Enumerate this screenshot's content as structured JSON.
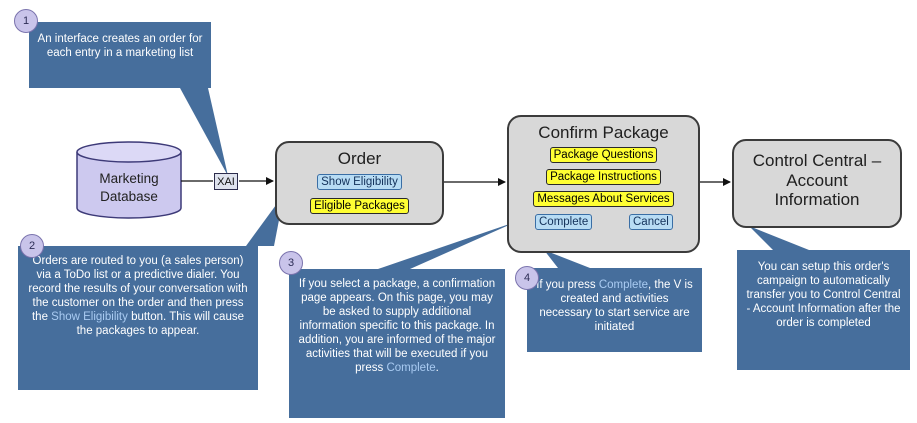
{
  "database": {
    "line1": "Marketing",
    "line2": "Database"
  },
  "xai_label": "XAI",
  "order": {
    "title": "Order",
    "show_eligibility": "Show Eligibility",
    "eligible_packages": "Eligible Packages"
  },
  "confirm": {
    "title": "Confirm Package",
    "package_questions": "Package Questions",
    "package_instructions": "Package Instructions",
    "messages_about_services": "Messages About Services",
    "complete": "Complete",
    "cancel": "Cancel"
  },
  "control_central": {
    "line1": "Control Central –",
    "line2": "Account",
    "line3": "Information"
  },
  "callouts": {
    "c1": {
      "number": "1",
      "text": "An interface creates an order for each entry in a marketing list"
    },
    "c2": {
      "number": "2",
      "text_pre": "Orders are routed to you (a sales person) via a ToDo list or a predictive dialer. You record the results of your conversation with the customer on the order and then press the ",
      "link": "Show Eligibility",
      "text_post": " button. This will cause the packages to appear."
    },
    "c3": {
      "number": "3",
      "text_pre": "If you select a package, a confirmation page appears. On this page, you may be asked to supply additional information specific to this package. In addition, you are informed of the major activities that will be executed if you press ",
      "link": "Complete",
      "text_post": "."
    },
    "c4": {
      "number": "4",
      "text_pre": "If you press ",
      "link": "Complete",
      "text_post": ", the V is created and activities necessary to start service are initiated"
    },
    "c5": {
      "text": "You can setup this order's campaign to automatically transfer you to Control Central - Account Information after the order is completed"
    }
  }
}
